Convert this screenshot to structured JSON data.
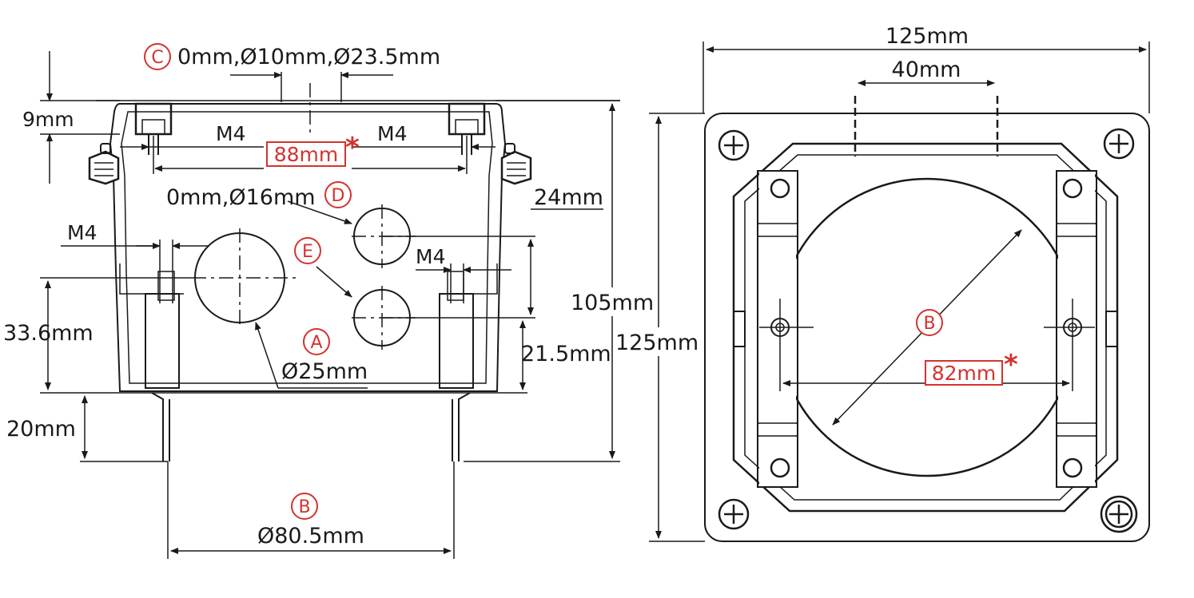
{
  "colors": {
    "line": "#1a1a1a",
    "accent": "#d3332f",
    "background": "#ffffff"
  },
  "side_view": {
    "callout_c": {
      "letter": "C",
      "text": "0mm,Ø10mm,Ø23.5mm"
    },
    "dim_9": "9mm",
    "m4_left": "M4",
    "m4_right": "M4",
    "dim_88": "88mm",
    "star_88": "*",
    "callout_d": {
      "letter": "D",
      "text": "0mm,Ø16mm"
    },
    "dim_24": "24mm",
    "m4_side_left": "M4",
    "callout_e": {
      "letter": "E"
    },
    "m4_side_right": "M4",
    "dim_33_6": "33.6mm",
    "callout_a": {
      "letter": "A"
    },
    "dim_25": "Ø25mm",
    "dim_21_5": "21.5mm",
    "dim_105": "105mm",
    "dim_20": "20mm",
    "callout_b": {
      "letter": "B"
    },
    "dim_80_5": "Ø80.5mm"
  },
  "top_view": {
    "dim_125_top": "125mm",
    "dim_40": "40mm",
    "dim_125_side": "125mm",
    "callout_b": {
      "letter": "B"
    },
    "dim_82": "82mm",
    "star_82": "*"
  }
}
